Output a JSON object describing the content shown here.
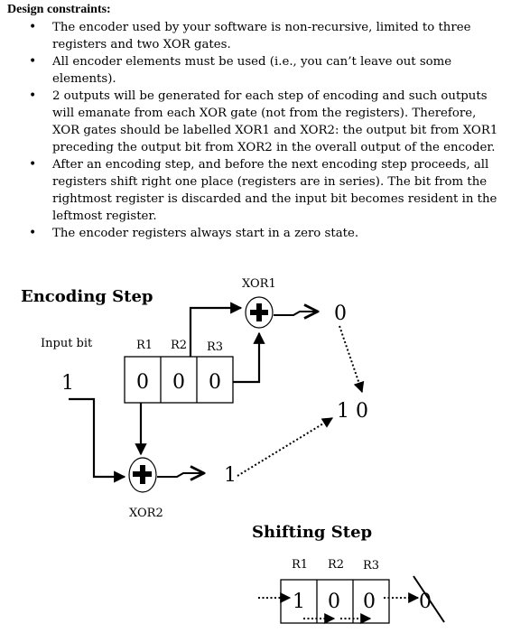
{
  "heading": "Design constraints:",
  "constraints": [
    "The encoder used by your software is non-recursive, limited to three registers and two XOR gates.",
    "All encoder elements must be used (i.e., you can’t leave out some elements).",
    "2 outputs will be generated for each step of encoding and such outputs will emanate from each XOR gate (not from the registers). Therefore, XOR gates should be labelled XOR1 and XOR2: the output bit from XOR1 preceding the output bit from XOR2 in the overall output of the encoder.",
    "After an encoding step, and before the next encoding step proceeds, all registers shift right one place (registers are in series). The bit from the rightmost register is discarded and the input bit becomes resident in the leftmost register.",
    "The encoder registers always start in a zero state."
  ],
  "encoding": {
    "title": "Encoding Step",
    "input_label": "Input bit",
    "input_value": "1",
    "register_labels": [
      "R1",
      "R2",
      "R3"
    ],
    "register_values": [
      "0",
      "0",
      "0"
    ],
    "xor1_label": "XOR1",
    "xor2_label": "XOR2",
    "xor1_output": "0",
    "xor2_output": "1",
    "combined_output": "1 0"
  },
  "shifting": {
    "title": "Shifting Step",
    "register_labels": [
      "R1",
      "R2",
      "R3"
    ],
    "register_values": [
      "1",
      "0",
      "0"
    ],
    "discarded": "0"
  }
}
